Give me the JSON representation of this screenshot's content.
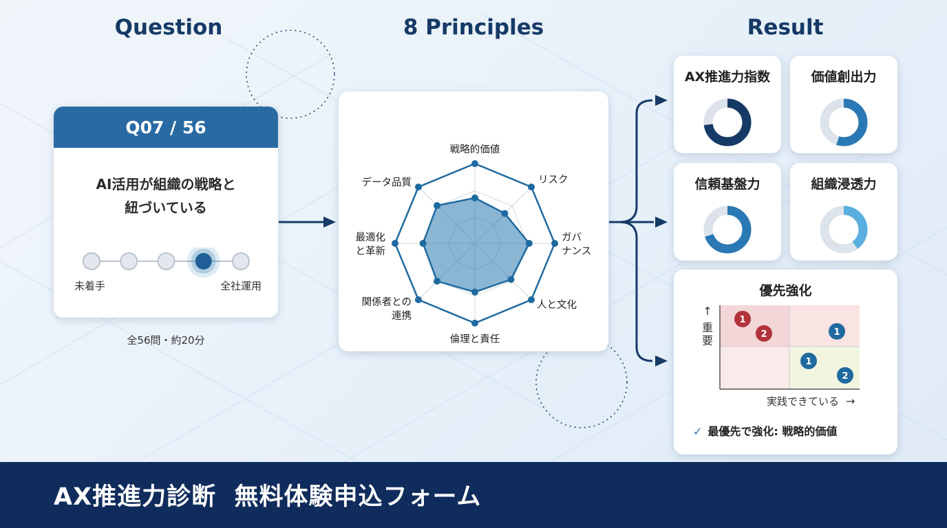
{
  "headers": {
    "question": "Question",
    "principles": "8 Principles",
    "result": "Result"
  },
  "question_card": {
    "counter": "Q07 / 56",
    "text_line1": "AI活用が組織の戦略と",
    "text_line2": "紐づいている",
    "scale_min_label": "未着手",
    "scale_max_label": "全社運用",
    "scale_points": 5,
    "selected_point": 4,
    "note": "全56問・約20分"
  },
  "principles": {
    "axes": [
      "戦略的価値",
      "リスク",
      "ガバナンス",
      "人と文化",
      "倫理と責任",
      "関係者との連携",
      "最適化と革新",
      "データ品質"
    ],
    "axis_label_lines": [
      [
        "戦略的価値"
      ],
      [
        "リスク"
      ],
      [
        "ガバ",
        "ナンス"
      ],
      [
        "人と文化"
      ],
      [
        "倫理と責任"
      ],
      [
        "関係者との",
        "連携"
      ],
      [
        "最適化",
        "と革新"
      ],
      [
        "データ品質"
      ]
    ],
    "scores": [
      0.57,
      0.53,
      0.68,
      0.64,
      0.61,
      0.67,
      0.65,
      0.67
    ],
    "colors": {
      "line": "#1f6aa0",
      "fill": "#2a7ab0"
    }
  },
  "results": [
    {
      "label": "AX推進力指数",
      "value": 0.73,
      "color": "#163a66"
    },
    {
      "label": "価値創出力",
      "value": 0.55,
      "color": "#2a78b4"
    },
    {
      "label": "信頼基盤力",
      "value": 0.7,
      "color": "#2a78b4"
    },
    {
      "label": "組織浸透力",
      "value": 0.4,
      "color": "#5aaee0"
    }
  ],
  "priority": {
    "title": "優先強化",
    "y_axis_label": "重要",
    "x_axis_label": "実践できている",
    "items": [
      {
        "num": "1",
        "quadrant": "top-left",
        "color": "#b0343a"
      },
      {
        "num": "2",
        "quadrant": "top-left",
        "color": "#b0343a"
      },
      {
        "num": "1",
        "quadrant": "top-right",
        "color": "#1f6aa0"
      },
      {
        "num": "1",
        "quadrant": "bottom-right",
        "color": "#1f6aa0"
      },
      {
        "num": "2",
        "quadrant": "bottom-right",
        "color": "#1f6aa0"
      }
    ],
    "note": "最優先で強化: 戦略的価値"
  },
  "footer": {
    "title": "AX推進力診断",
    "subtitle": "無料体験申込フォーム"
  },
  "colors": {
    "accent": "#163a66",
    "footer_bg": "#0f2c5c",
    "card_header": "#2a6aa3"
  }
}
